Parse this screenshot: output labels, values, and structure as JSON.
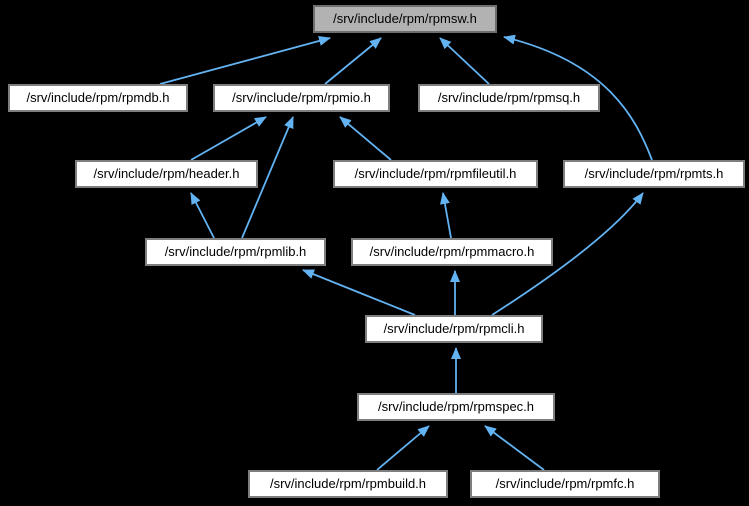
{
  "colors": {
    "background": "#000000",
    "edge": "#63b3f3",
    "node_fill": "#ffffff",
    "node_border": "#7e7e7e",
    "highlight_fill": "#b2b2b2",
    "highlight_border": "#6e6e6e",
    "text": "#000000"
  },
  "graph": {
    "type": "include-dependency-graph",
    "root": "/srv/include/rpm/rpmsw.h",
    "nodes": [
      {
        "id": "rpmsw",
        "label": "/srv/include/rpm/rpmsw.h",
        "highlighted": true
      },
      {
        "id": "rpmdb",
        "label": "/srv/include/rpm/rpmdb.h",
        "highlighted": false
      },
      {
        "id": "rpmio",
        "label": "/srv/include/rpm/rpmio.h",
        "highlighted": false
      },
      {
        "id": "rpmsq",
        "label": "/srv/include/rpm/rpmsq.h",
        "highlighted": false
      },
      {
        "id": "header",
        "label": "/srv/include/rpm/header.h",
        "highlighted": false
      },
      {
        "id": "rpmfileutil",
        "label": "/srv/include/rpm/rpmfileutil.h",
        "highlighted": false
      },
      {
        "id": "rpmts",
        "label": "/srv/include/rpm/rpmts.h",
        "highlighted": false
      },
      {
        "id": "rpmlib",
        "label": "/srv/include/rpm/rpmlib.h",
        "highlighted": false
      },
      {
        "id": "rpmmacro",
        "label": "/srv/include/rpm/rpmmacro.h",
        "highlighted": false
      },
      {
        "id": "rpmcli",
        "label": "/srv/include/rpm/rpmcli.h",
        "highlighted": false
      },
      {
        "id": "rpmspec",
        "label": "/srv/include/rpm/rpmspec.h",
        "highlighted": false
      },
      {
        "id": "rpmbuild",
        "label": "/srv/include/rpm/rpmbuild.h",
        "highlighted": false
      },
      {
        "id": "rpmfc",
        "label": "/srv/include/rpm/rpmfc.h",
        "highlighted": false
      }
    ],
    "edges": [
      {
        "from": "rpmdb",
        "to": "rpmsw"
      },
      {
        "from": "rpmio",
        "to": "rpmsw"
      },
      {
        "from": "rpmsq",
        "to": "rpmsw"
      },
      {
        "from": "rpmts",
        "to": "rpmsw"
      },
      {
        "from": "header",
        "to": "rpmio"
      },
      {
        "from": "rpmlib",
        "to": "rpmio"
      },
      {
        "from": "rpmfileutil",
        "to": "rpmio"
      },
      {
        "from": "rpmlib",
        "to": "header"
      },
      {
        "from": "rpmmacro",
        "to": "rpmfileutil"
      },
      {
        "from": "rpmcli",
        "to": "rpmlib"
      },
      {
        "from": "rpmcli",
        "to": "rpmmacro"
      },
      {
        "from": "rpmcli",
        "to": "rpmts"
      },
      {
        "from": "rpmspec",
        "to": "rpmcli"
      },
      {
        "from": "rpmbuild",
        "to": "rpmspec"
      },
      {
        "from": "rpmfc",
        "to": "rpmspec"
      }
    ]
  }
}
